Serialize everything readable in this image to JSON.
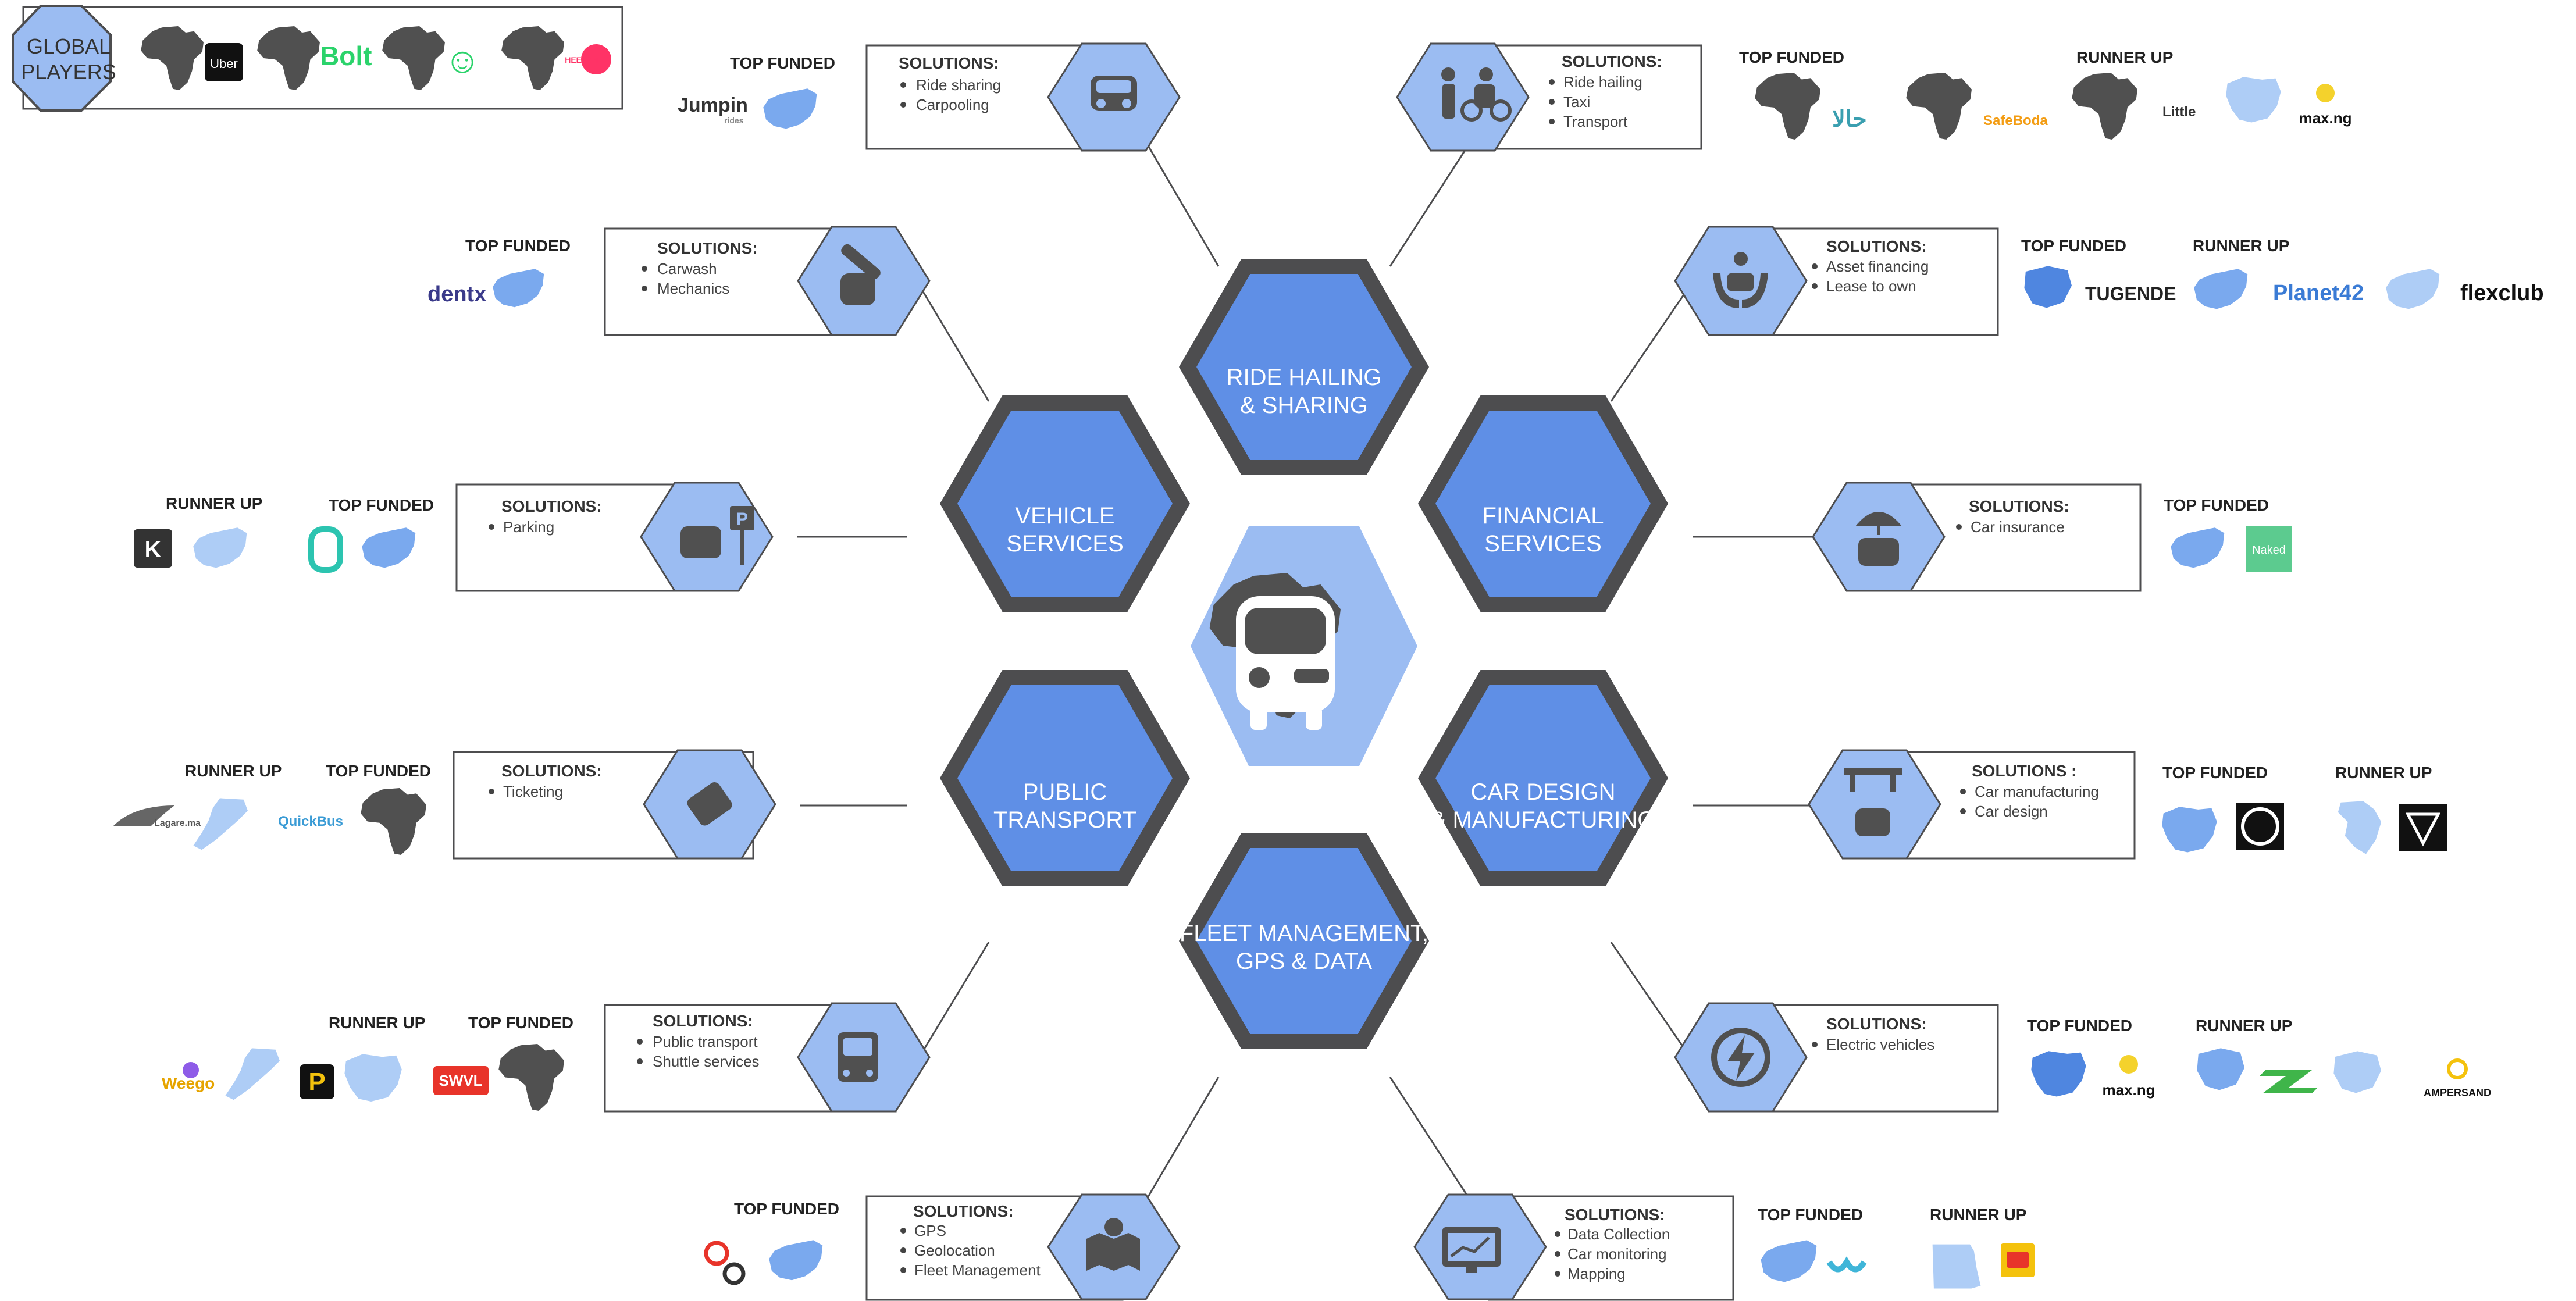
{
  "hub": {
    "center_icon": "africa-car-icon",
    "sectors": [
      {
        "id": "ride",
        "l1": "RIDE HAILING",
        "l2": "& SHARING"
      },
      {
        "id": "vehicle",
        "l1": "VEHICLE",
        "l2": "SERVICES"
      },
      {
        "id": "financial",
        "l1": "FINANCIAL",
        "l2": "SERVICES"
      },
      {
        "id": "public",
        "l1": "PUBLIC",
        "l2": "TRANSPORT"
      },
      {
        "id": "car",
        "l1": "CAR DESIGN",
        "l2": "& MANUFACTURING"
      },
      {
        "id": "fleet",
        "l1": "FLEET MANAGEMENT,",
        "l2": "GPS & DATA"
      }
    ]
  },
  "global_players": {
    "label_l1": "GLOBAL",
    "label_l2": "PLAYERS",
    "brands": [
      "Uber",
      "Bolt",
      "☺",
      "HEETCH"
    ]
  },
  "colors": {
    "hex_blue": "#5f8fe6",
    "hex_border": "#4d4d4f",
    "light_blue": "#9bbcf2",
    "map_blue": "#7aa9ee",
    "map_dark": "#505050"
  },
  "boxes": [
    {
      "id": "carpool",
      "title": "SOLUTIONS:",
      "items": [
        "Ride sharing",
        "Carpooling"
      ],
      "icon": "car-front-icon"
    },
    {
      "id": "taxi",
      "title": "SOLUTIONS:",
      "items": [
        "Ride hailing",
        "Taxi",
        "Transport"
      ],
      "icon": "people-moto-icon"
    },
    {
      "id": "carwash",
      "title": "SOLUTIONS:",
      "items": [
        "Carwash",
        "Mechanics"
      ],
      "icon": "wrench-hand-icon"
    },
    {
      "id": "asset",
      "title": "SOLUTIONS:",
      "items": [
        "Asset financing",
        "Lease to own"
      ],
      "icon": "hands-house-car-icon"
    },
    {
      "id": "parking",
      "title": "SOLUTIONS:",
      "items": [
        "Parking"
      ],
      "icon": "parking-car-icon"
    },
    {
      "id": "insurance",
      "title": "SOLUTIONS:",
      "items": [
        "Car insurance"
      ],
      "icon": "umbrella-car-icon"
    },
    {
      "id": "ticketing",
      "title": "SOLUTIONS:",
      "items": [
        "Ticketing"
      ],
      "icon": "ticket-icon"
    },
    {
      "id": "manufacturing",
      "title": "SOLUTIONS :",
      "items": [
        "Car manufacturing",
        "Car design"
      ],
      "icon": "robot-car-icon"
    },
    {
      "id": "shuttle",
      "title": "SOLUTIONS:",
      "items": [
        "Public transport",
        "Shuttle services"
      ],
      "icon": "bus-icon"
    },
    {
      "id": "electric",
      "title": "SOLUTIONS:",
      "items": [
        "Electric vehicles"
      ],
      "icon": "lightning-icon"
    },
    {
      "id": "gps",
      "title": "SOLUTIONS:",
      "items": [
        "GPS",
        "Geolocation",
        "Fleet Management"
      ],
      "icon": "map-pin-icon"
    },
    {
      "id": "data",
      "title": "SOLUTIONS:",
      "items": [
        "Data Collection",
        "Car monitoring",
        "Mapping"
      ],
      "icon": "chart-monitor-icon"
    }
  ],
  "labels": {
    "top_funded": "TOP FUNDED",
    "runner_up": "RUNNER UP"
  },
  "brands": {
    "jumpin": "Jumpin",
    "jumpin_sub": "rides",
    "halla": "حالا",
    "safeboda": "SafeBoda",
    "little": "Little",
    "maxng": "max.ng",
    "dentx": "dentx",
    "tugende": "TUGENDE",
    "planet42": "Planet42",
    "flexclub": "flexclub",
    "naked": "Naked",
    "lagare": "Lagare.ma",
    "quickbus": "QuickBus",
    "weego": "Weego",
    "swvl": "SWVL",
    "maxng2": "max.ng",
    "ampersand": "AMPERSAND"
  }
}
